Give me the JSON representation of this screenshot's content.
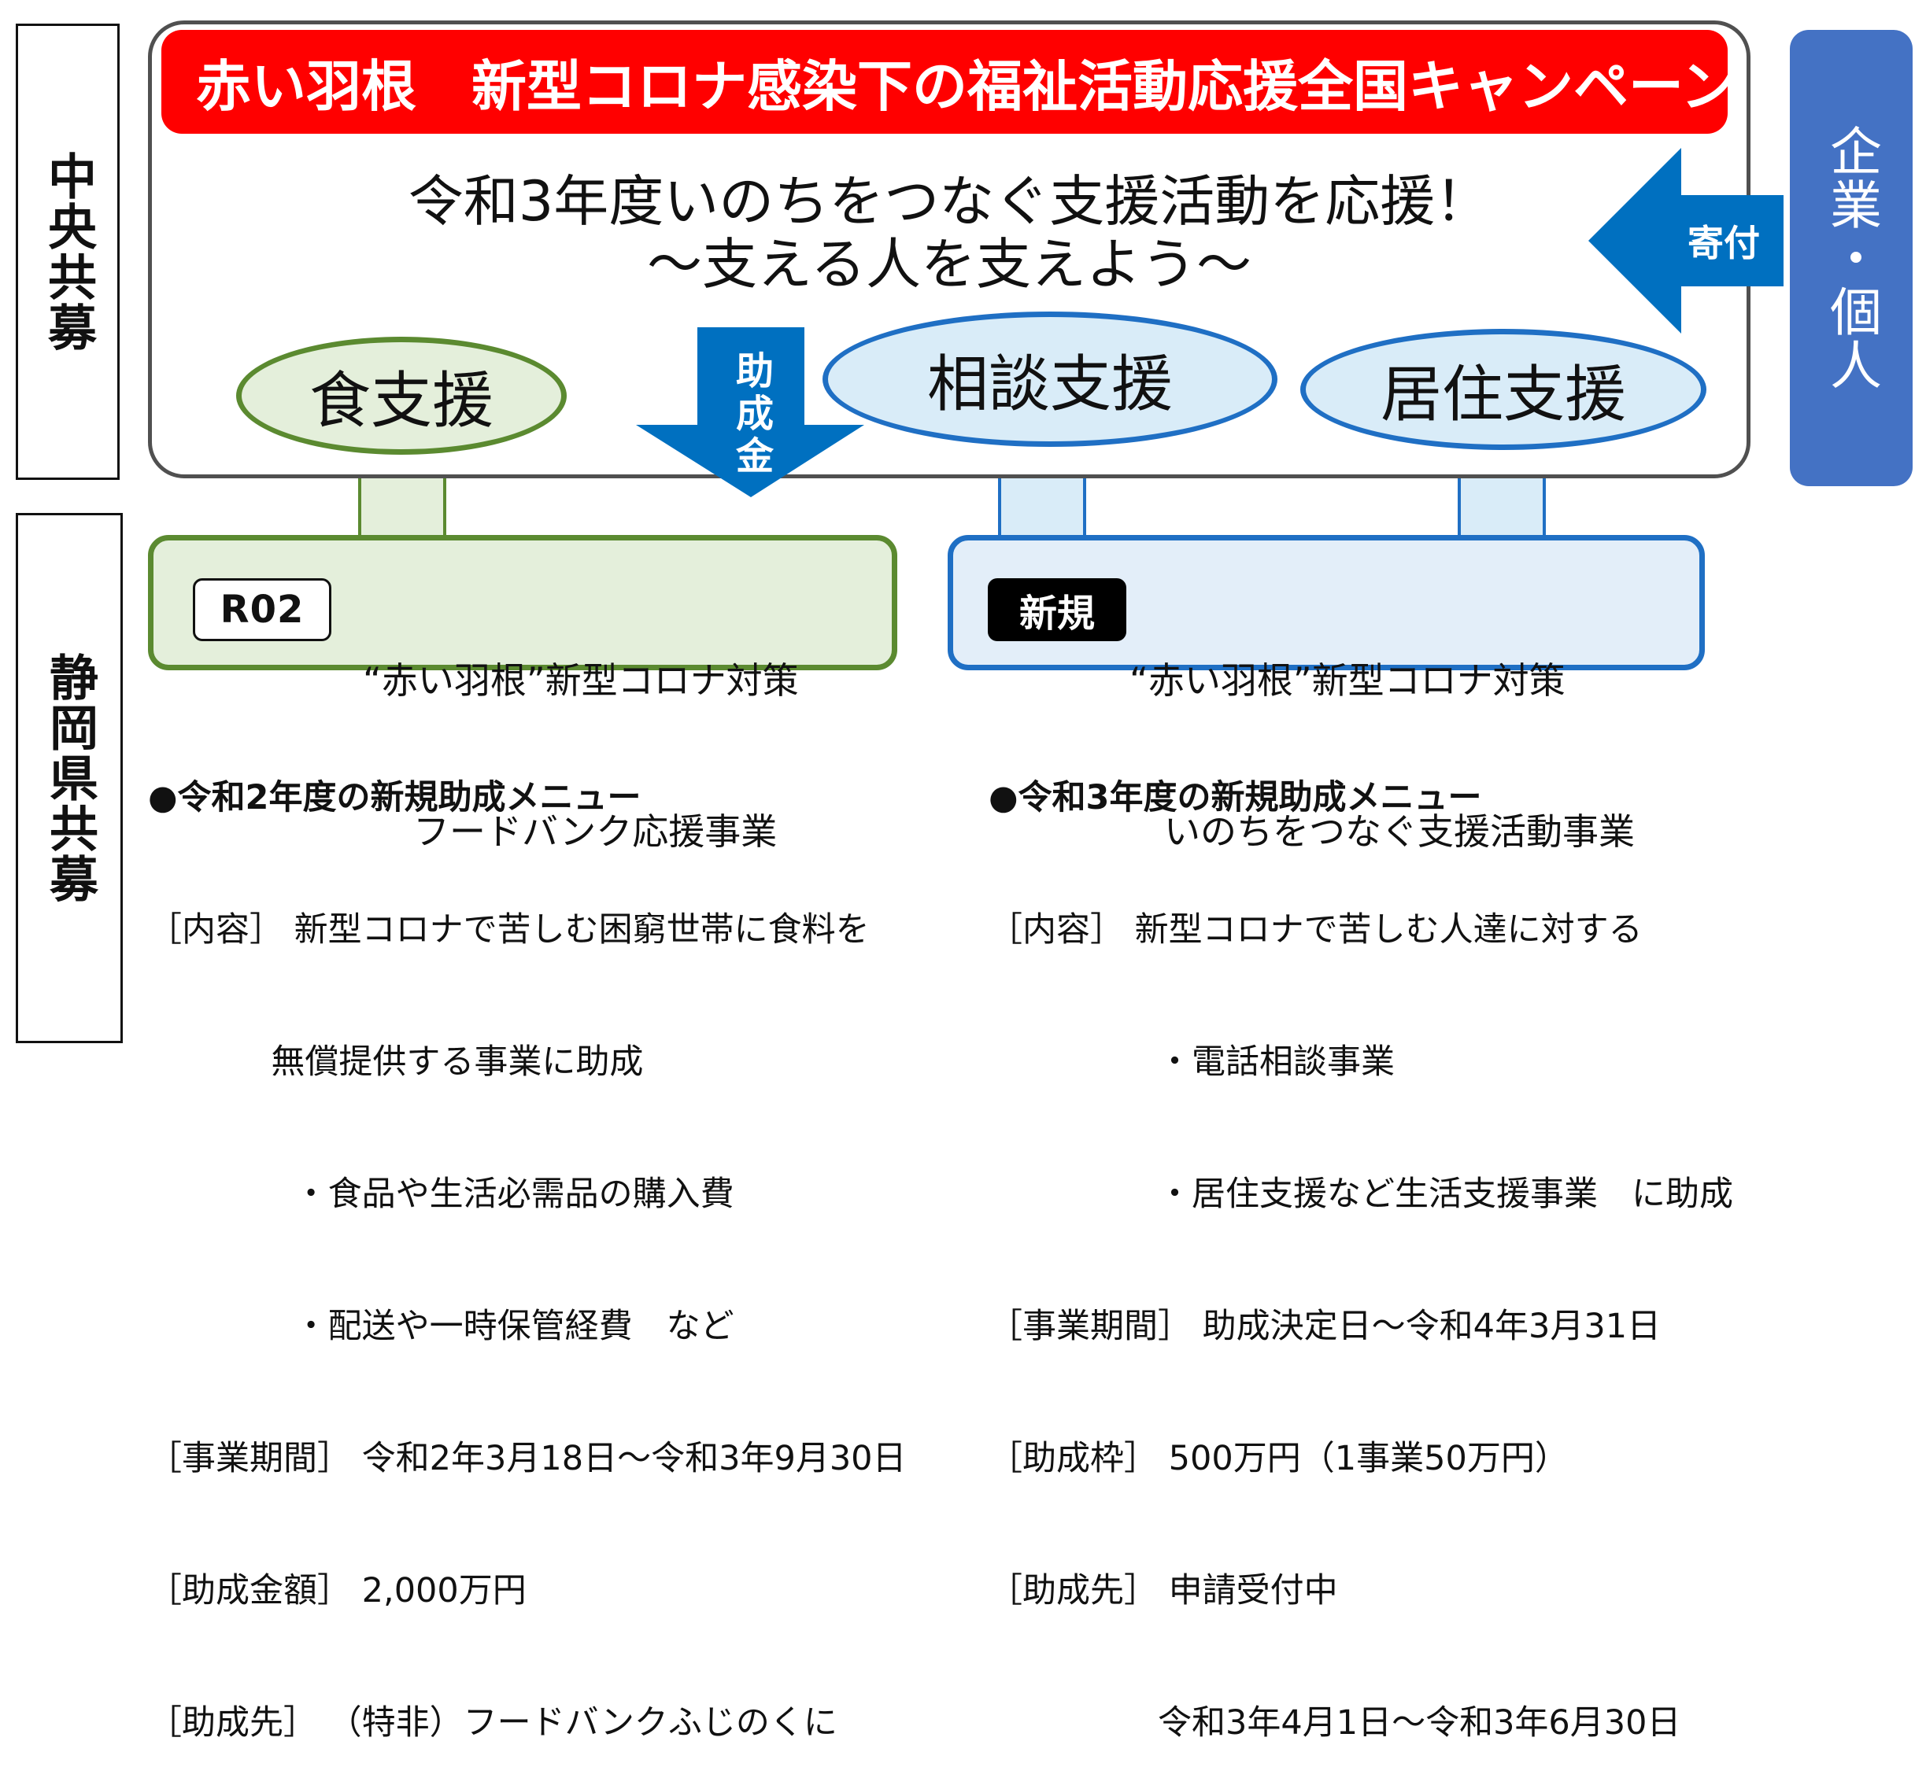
{
  "side_labels": {
    "central": "中央共募",
    "prefecture": "静岡県共募"
  },
  "campaign": {
    "title": "赤い羽根　新型コロナ感染下の福祉活動応援全国キャンペーン",
    "slogan_line1": "令和3年度いのちをつなぐ支援活動を応援！",
    "slogan_line2": "～支える人を支えよう～"
  },
  "support_areas": {
    "food": "食支援",
    "consult": "相談支援",
    "housing": "居住支援"
  },
  "flows": {
    "grant": "助成金",
    "donation": "寄付",
    "donors": "企業・個人"
  },
  "programs": {
    "foodbank": {
      "badge": "R02",
      "line1": "“赤い羽根”新型コロナ対策",
      "line2": "フードバンク応援事業"
    },
    "lifeline": {
      "badge": "新規",
      "line1": "“赤い羽根”新型コロナ対策",
      "line2": "いのちをつなぐ支援活動事業"
    }
  },
  "details_left": {
    "heading": "●令和2年度の新規助成メニュー",
    "lines": [
      "［内容］ 新型コロナで苦しむ困窮世帯に食料を",
      "　　　  無償提供する事業に助成",
      "　　　　 ・食品や生活必需品の購入費",
      "　　　　 ・配送や一時保管経費　など",
      "［事業期間］ 令和2年3月18日～令和3年9月30日",
      "［助成金額］ 2,000万円",
      "［助成先］ （特非）フードバンクふじのくに"
    ]
  },
  "details_right": {
    "heading": "●令和3年度の新規助成メニュー",
    "lines": [
      "［内容］ 新型コロナで苦しむ人達に対する",
      "　　　　　・電話相談事業",
      "　　　　　・居住支援など生活支援事業　に助成",
      "［事業期間］ 助成決定日～令和4年3月31日",
      "［助成枠］ 500万円（1事業50万円）",
      "［助成先］ 申請受付中",
      "　　　　　令和3年4月1日～令和3年6月30日"
    ]
  },
  "colors": {
    "banner_red": "#ff0000",
    "arrow_blue": "#0070c0",
    "donor_blue": "#4472c4",
    "green_border": "#5b8a30",
    "green_fill": "#e4efdb",
    "blue_border": "#1f6fc4",
    "blue_fill": "#d9ecf8"
  }
}
